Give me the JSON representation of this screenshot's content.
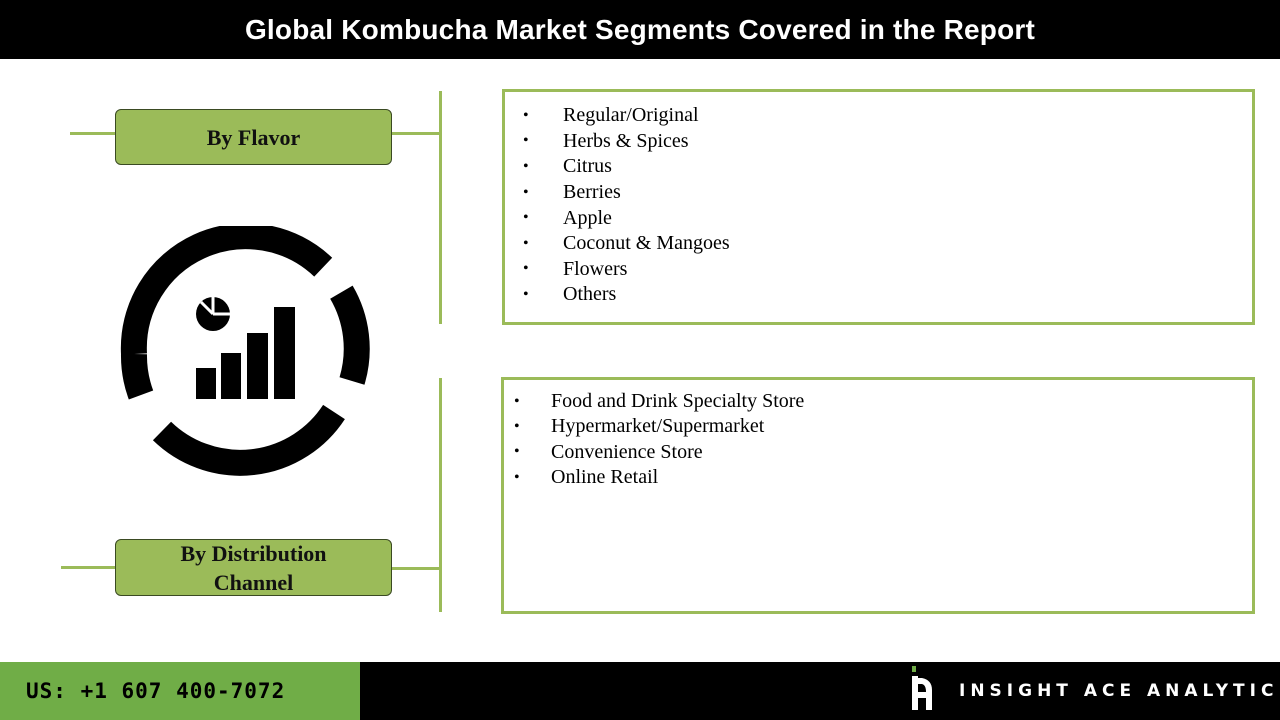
{
  "title": "Global Kombucha Market Segments Covered in the Report",
  "segments": [
    {
      "label": "By Flavor",
      "items": [
        "Regular/Original",
        "Herbs & Spices",
        "Citrus",
        "Berries",
        "Apple",
        "Coconut & Mangoes",
        "Flowers",
        "Others"
      ]
    },
    {
      "label": "By Distribution Channel",
      "items": [
        "Food and Drink Specialty Store",
        "Hypermarket/Supermarket",
        "Convenience Store",
        "Online Retail"
      ]
    }
  ],
  "bullet": "•",
  "footer": {
    "phone": "US: +1 607 400-7072",
    "brand": "INSIGHT ACE ANALYTIC"
  },
  "icons": {
    "center": "analytics-chart-icon",
    "brand": "insight-ace-logo-icon"
  },
  "colors": {
    "accent_green": "#9bbb59",
    "footer_green": "#70ad47",
    "header_bg": "#000000"
  }
}
